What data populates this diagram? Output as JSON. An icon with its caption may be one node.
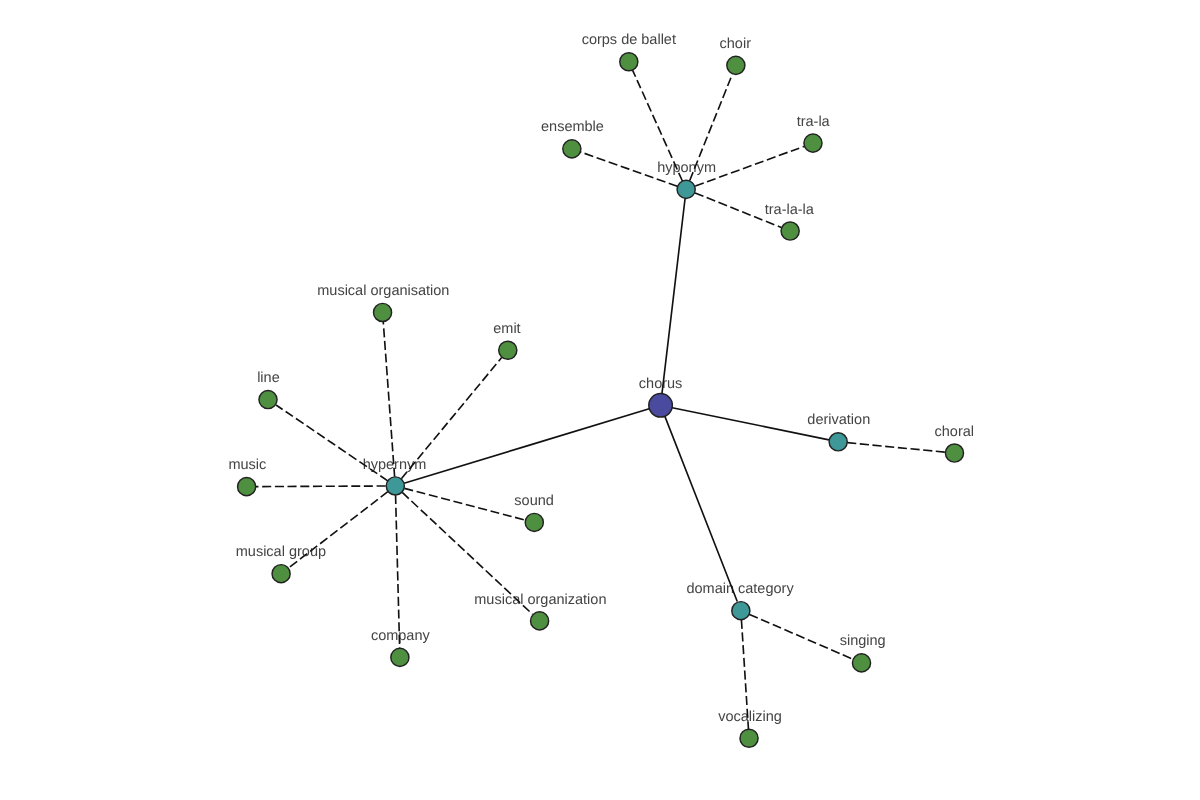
{
  "diagram": {
    "nodes": [
      {
        "text": [
          "vocalizing"
        ]
      },
      {
        "text": [
          "singing"
        ]
      },
      {
        "text": [
          "domain category"
        ]
      },
      {
        "text": [
          "choir"
        ]
      },
      {
        "text": [
          "choral"
        ]
      },
      {
        "text": [
          "chorus"
        ]
      },
      {
        "text": [
          "music"
        ]
      },
      {
        "text": [
          "sound"
        ]
      },
      {
        "text": [
          "musical group"
        ]
      },
      {
        "text": [
          "derivation"
        ]
      },
      {
        "text": [
          "company"
        ]
      },
      {
        "text": [
          "hypernym"
        ]
      },
      {
        "text": [
          "tra-la"
        ]
      },
      {
        "text": [
          "hyponym"
        ]
      },
      {
        "text": [
          "musical organisation"
        ]
      },
      {
        "text": [
          "emit"
        ]
      },
      {
        "text": [
          "musical organization"
        ]
      },
      {
        "text": [
          "corps de ballet"
        ]
      },
      {
        "text": [
          "line"
        ]
      },
      {
        "text": [
          "ensemble"
        ]
      },
      {
        "text": [
          "tra-la-la"
        ]
      }
    ],
    "edges": [
      {
        "from": 5,
        "to": 2,
        "arrow": "none"
      },
      {
        "from": 5,
        "to": 9,
        "arrow": "none"
      },
      {
        "from": 5,
        "to": 11,
        "arrow": "none"
      },
      {
        "from": 5,
        "to": 13,
        "arrow": "none"
      },
      {
        "from": 2,
        "to": 0,
        "arrow": "none",
        "style": "dashed"
      },
      {
        "from": 2,
        "to": 1,
        "arrow": "none",
        "style": "dashed"
      },
      {
        "from": 9,
        "to": 4,
        "arrow": "none",
        "style": "dashed"
      },
      {
        "from": 11,
        "to": 6,
        "arrow": "none",
        "style": "dashed"
      },
      {
        "from": 11,
        "to": 8,
        "arrow": "none",
        "style": "dashed"
      },
      {
        "from": 11,
        "to": 7,
        "arrow": "none",
        "style": "dashed"
      },
      {
        "from": 11,
        "to": 10,
        "arrow": "none",
        "style": "dashed"
      },
      {
        "from": 11,
        "to": 14,
        "arrow": "none",
        "style": "dashed"
      },
      {
        "from": 11,
        "to": 15,
        "arrow": "none",
        "style": "dashed"
      },
      {
        "from": 11,
        "to": 16,
        "arrow": "none",
        "style": "dashed"
      },
      {
        "from": 11,
        "to": 18,
        "arrow": "none",
        "style": "dashed"
      },
      {
        "from": 13,
        "to": 3,
        "arrow": "none",
        "style": "dashed"
      },
      {
        "from": 13,
        "to": 12,
        "arrow": "none",
        "style": "dashed"
      },
      {
        "from": 13,
        "to": 17,
        "arrow": "none",
        "style": "dashed"
      },
      {
        "from": 13,
        "to": 20,
        "arrow": "none",
        "style": "dashed"
      },
      {
        "from": 13,
        "to": 19,
        "arrow": "none",
        "style": "dashed"
      }
    ]
  }
}
